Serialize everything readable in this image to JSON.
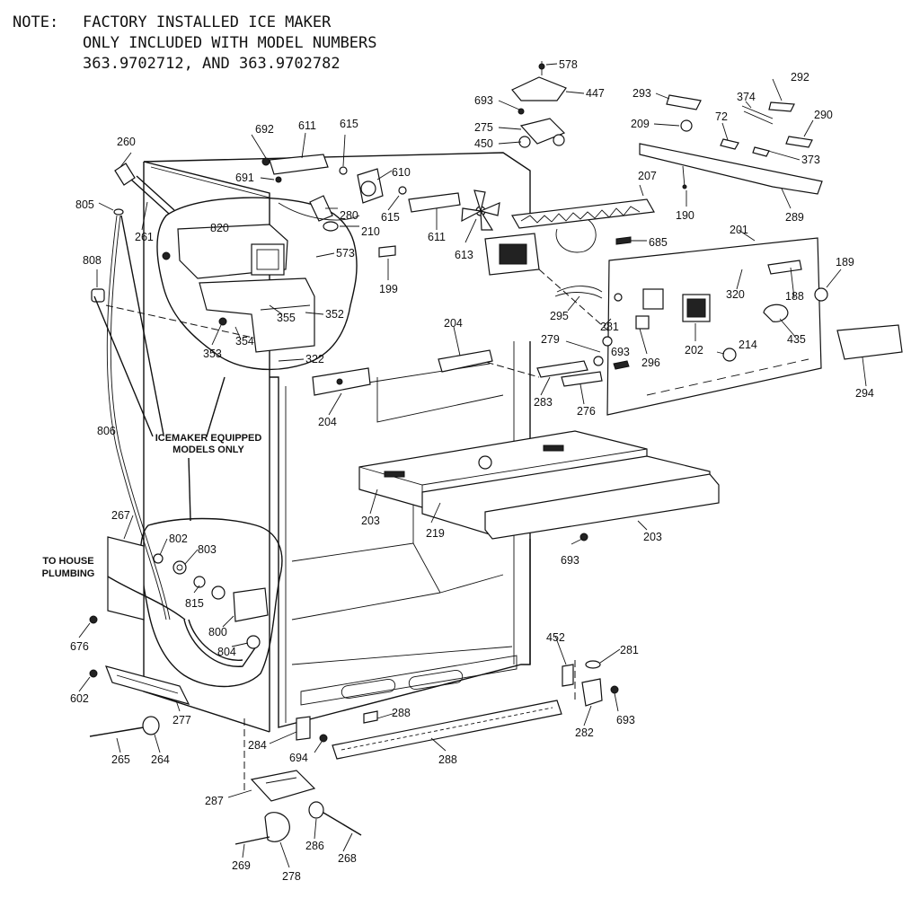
{
  "note": {
    "label": "NOTE:",
    "lines": [
      "FACTORY INSTALLED ICE MAKER",
      "ONLY INCLUDED WITH MODEL NUMBERS",
      "363.9702712, AND 363.9702782"
    ]
  },
  "callouts": {
    "icemaker": [
      "ICEMAKER EQUIPPED",
      "MODELS ONLY"
    ],
    "plumbing": [
      "TO HOUSE",
      "PLUMBING"
    ]
  },
  "labels": [
    "578",
    "447",
    "693",
    "275",
    "450",
    "293",
    "292",
    "374",
    "209",
    "72",
    "290",
    "373",
    "692",
    "611",
    "615",
    "260",
    "691",
    "610",
    "805",
    "261",
    "820",
    "280",
    "210",
    "615",
    "611",
    "613",
    "207",
    "190",
    "289",
    "685",
    "201",
    "808",
    "573",
    "199",
    "189",
    "355",
    "352",
    "353",
    "354",
    "322",
    "320",
    "188",
    "295",
    "281",
    "202",
    "214",
    "435",
    "693",
    "296",
    "279",
    "204",
    "294",
    "283",
    "276",
    "204",
    "806",
    "203",
    "219",
    "203",
    "693",
    "267",
    "802",
    "803",
    "815",
    "800",
    "804",
    "676",
    "602",
    "277",
    "452",
    "281",
    "288",
    "693",
    "282",
    "265",
    "264",
    "284",
    "694",
    "288",
    "287",
    "286",
    "269",
    "278",
    "268"
  ]
}
